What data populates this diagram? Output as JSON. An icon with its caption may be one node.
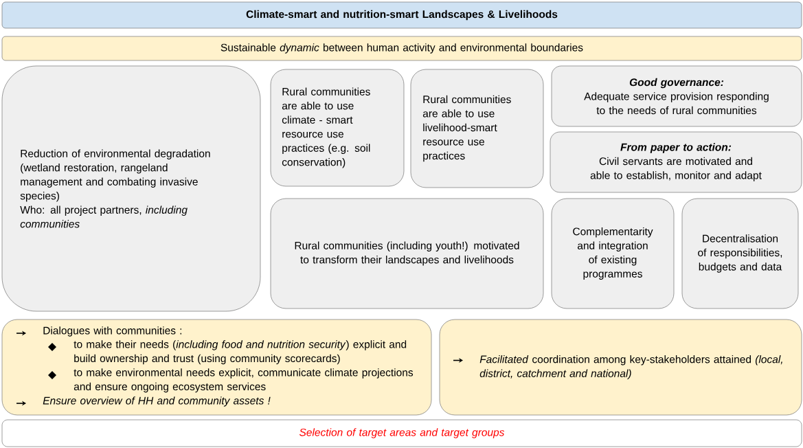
{
  "diagram": {
    "nodes": [
      {
        "text": [
          "Climate-smart and nutrition-smart Landscapes & Livelihoods"
        ]
      },
      {
        "text": [
          "Sustainable *dynamic* between human activity and environmental boundaries"
        ]
      },
      {
        "text": [
          "Reduction of environmental degradation (wetland restoration, rangeland management and combating invasive species)",
          "Who: all project partners, *including communities*"
        ]
      },
      {
        "text": [
          "Rural communities are able to use climate - smart resource use practices (e.g. soil conservation)"
        ]
      },
      {
        "text": [
          "Rural communities are able to use livelihood-smart resource use practices"
        ]
      },
      {
        "text": [
          "Good governance:",
          "Adequate service provision responding to the needs of rural communities"
        ]
      },
      {
        "text": [
          "From paper to action:",
          "Civil servants are motivated and able to establish, monitor and adapt"
        ]
      },
      {
        "text": [
          "Rural communities (including youth!) motivated to transform their landscapes and livelihoods"
        ]
      },
      {
        "text": [
          "Complementarity and integration of existing programmes"
        ]
      },
      {
        "text": [
          "Decentralisation of responsibilities, budgets and data"
        ]
      },
      {
        "text": [
          "Dialogues with communities :",
          "to make their needs (*including food and nutrition security*) explicit and build ownership and trust (using community scorecards)",
          "to make environmental needs explicit, communicate climate projections and ensure ongoing ecosystem services",
          "Ensure overview of HH and community assets !"
        ]
      },
      {
        "text": [
          "*Facilitated* coordination among key-stakeholders attained *(local, district, catchment and national)*"
        ]
      },
      {
        "text": [
          "Selection of target areas and target groups"
        ]
      }
    ]
  }
}
